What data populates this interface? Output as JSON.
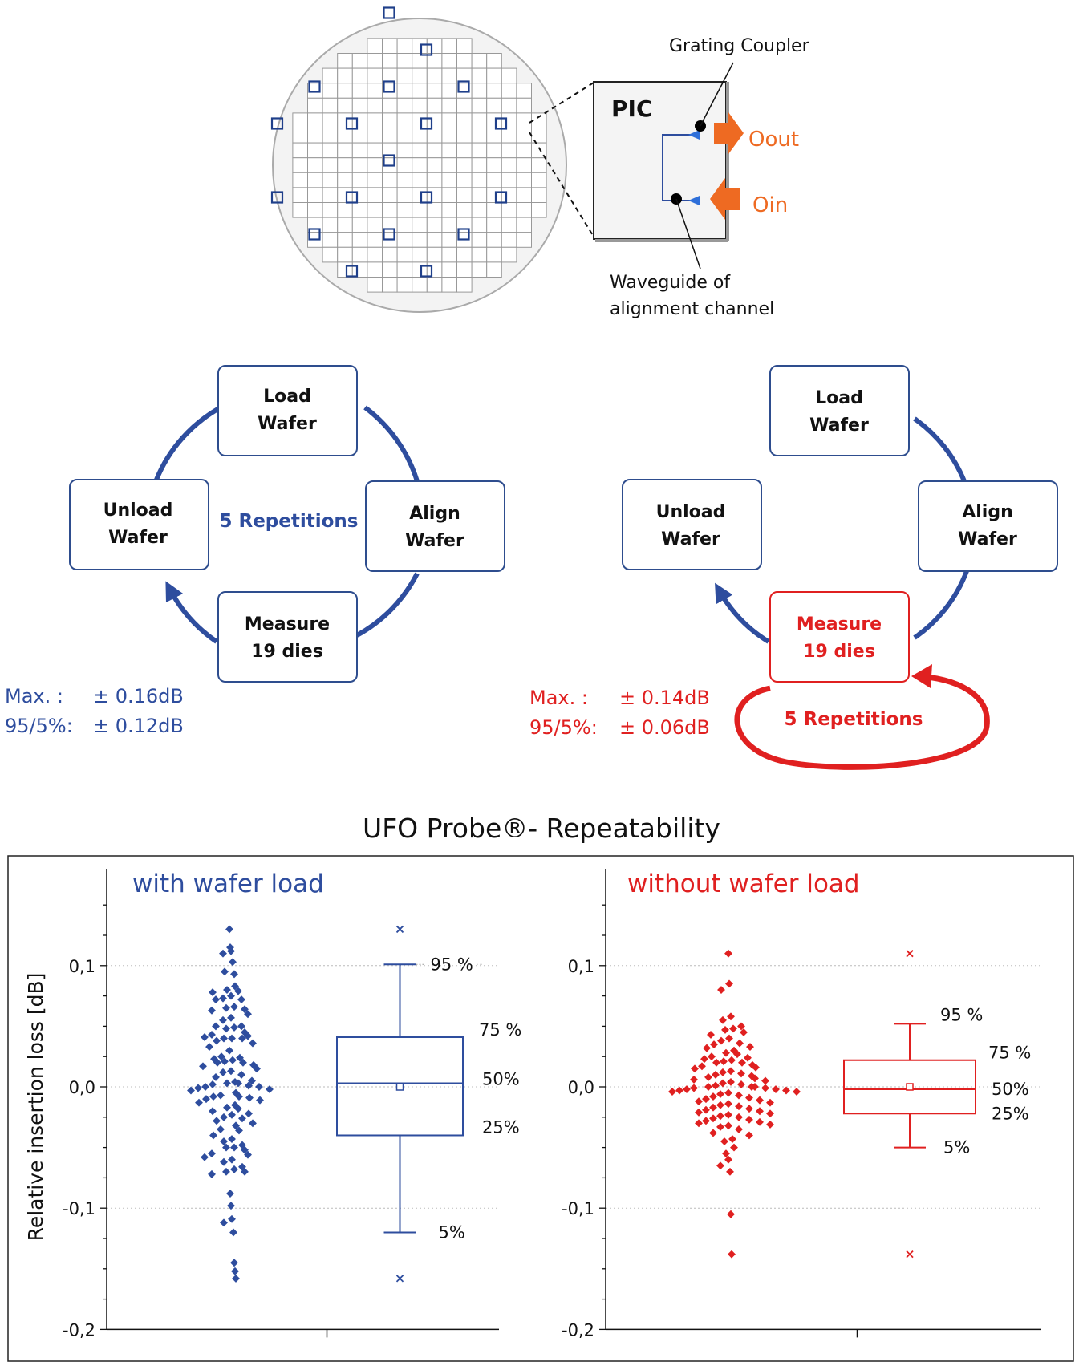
{
  "diagram": {
    "grating_coupler_label": "Grating Coupler",
    "pic_label": "PIC",
    "oout_label": "Oout",
    "oin_label": "Oin",
    "waveguide_label_line1": "Waveguide of",
    "waveguide_label_line2": "alignment channel",
    "left_cycle": {
      "load": [
        "Load",
        "Wafer"
      ],
      "align": [
        "Align",
        "Wafer"
      ],
      "measure": [
        "Measure",
        "19 dies"
      ],
      "unload": [
        "Unload",
        "Wafer"
      ],
      "repetitions": "5 Repetitions",
      "max_label": "Max. :",
      "max_value": "± 0.16dB",
      "p95_label": "95/5%:",
      "p95_value": "± 0.12dB"
    },
    "right_cycle": {
      "load": [
        "Load",
        "Wafer"
      ],
      "align": [
        "Align",
        "Wafer"
      ],
      "measure": [
        "Measure",
        "19 dies"
      ],
      "unload": [
        "Unload",
        "Wafer"
      ],
      "repetitions": "5 Repetitions",
      "max_label": "Max. :",
      "max_value": "± 0.14dB",
      "p95_label": "95/5%:",
      "p95_value": "± 0.06dB"
    }
  },
  "colors": {
    "blue": "#2e4d9e",
    "red": "#e02020",
    "orange": "#ee6a22",
    "grid": "#bbbbbb"
  },
  "chart_data": {
    "type": "scatter",
    "title": "UFO Probe®- Repeatability",
    "ylabel": "Relative insertion loss  [dB]",
    "ylim": [
      -0.2,
      0.15
    ],
    "yticks": [
      0.1,
      0.0,
      -0.1,
      -0.2
    ],
    "ytick_labels": [
      "0,1",
      "0,0",
      "-0,1",
      "-0,2"
    ],
    "panels": [
      {
        "name": "with wafer load",
        "color": "#2e4d9e",
        "points_y": [
          0.13,
          0.115,
          0.112,
          0.11,
          0.103,
          0.095,
          0.093,
          0.083,
          0.08,
          0.079,
          0.078,
          0.075,
          0.073,
          0.072,
          0.072,
          0.066,
          0.065,
          0.064,
          0.063,
          0.06,
          0.057,
          0.055,
          0.05,
          0.05,
          0.049,
          0.048,
          0.045,
          0.043,
          0.042,
          0.041,
          0.04,
          0.04,
          0.04,
          0.038,
          0.036,
          0.033,
          0.03,
          0.025,
          0.024,
          0.023,
          0.022,
          0.021,
          0.02,
          0.02,
          0.018,
          0.017,
          0.015,
          0.013,
          0.012,
          0.01,
          0.008,
          0.005,
          0.004,
          0.003,
          0.003,
          0.002,
          0.001,
          0.0,
          0.0,
          -0.001,
          -0.002,
          -0.003,
          -0.005,
          -0.007,
          -0.008,
          -0.008,
          -0.009,
          -0.01,
          -0.011,
          -0.013,
          -0.015,
          -0.017,
          -0.018,
          -0.02,
          -0.022,
          -0.023,
          -0.025,
          -0.026,
          -0.028,
          -0.03,
          -0.032,
          -0.035,
          -0.036,
          -0.04,
          -0.043,
          -0.045,
          -0.048,
          -0.05,
          -0.05,
          -0.052,
          -0.055,
          -0.056,
          -0.058,
          -0.06,
          -0.062,
          -0.066,
          -0.068,
          -0.07,
          -0.07,
          -0.072,
          -0.088,
          -0.098,
          -0.109,
          -0.112,
          -0.12,
          -0.145,
          -0.152,
          -0.158
        ],
        "box": {
          "p5": -0.12,
          "p25": -0.04,
          "median": 0.003,
          "p75": 0.041,
          "p95": 0.101,
          "mean": 0.0,
          "max": 0.13,
          "min": -0.158
        },
        "box_labels": {
          "p95": "95 %",
          "p75": "75 %",
          "median": "50%",
          "p25": "25%",
          "p5": "5%"
        }
      },
      {
        "name": "without wafer load",
        "color": "#e02020",
        "points_y": [
          0.11,
          0.085,
          0.08,
          0.058,
          0.055,
          0.05,
          0.048,
          0.047,
          0.045,
          0.043,
          0.04,
          0.038,
          0.036,
          0.035,
          0.033,
          0.032,
          0.03,
          0.028,
          0.027,
          0.025,
          0.024,
          0.023,
          0.022,
          0.021,
          0.02,
          0.02,
          0.018,
          0.017,
          0.016,
          0.015,
          0.013,
          0.012,
          0.011,
          0.01,
          0.009,
          0.008,
          0.007,
          0.006,
          0.005,
          0.004,
          0.003,
          0.002,
          0.001,
          0.0,
          0.0,
          0.0,
          -0.001,
          -0.001,
          -0.002,
          -0.002,
          -0.003,
          -0.003,
          -0.004,
          -0.004,
          -0.005,
          -0.006,
          -0.007,
          -0.008,
          -0.009,
          -0.01,
          -0.011,
          -0.012,
          -0.013,
          -0.014,
          -0.015,
          -0.016,
          -0.017,
          -0.018,
          -0.019,
          -0.02,
          -0.021,
          -0.022,
          -0.023,
          -0.024,
          -0.025,
          -0.026,
          -0.027,
          -0.028,
          -0.029,
          -0.03,
          -0.031,
          -0.032,
          -0.033,
          -0.035,
          -0.038,
          -0.04,
          -0.043,
          -0.045,
          -0.05,
          -0.055,
          -0.06,
          -0.065,
          -0.07,
          -0.105,
          -0.138
        ],
        "box": {
          "p5": -0.05,
          "p25": -0.022,
          "median": -0.002,
          "p75": 0.022,
          "p95": 0.052,
          "mean": 0.0,
          "max": 0.11,
          "min": -0.138
        },
        "box_labels": {
          "p95": "95 %",
          "p75": "75 %",
          "median": "50%",
          "p25": "25%",
          "p5": "5%"
        }
      }
    ]
  }
}
